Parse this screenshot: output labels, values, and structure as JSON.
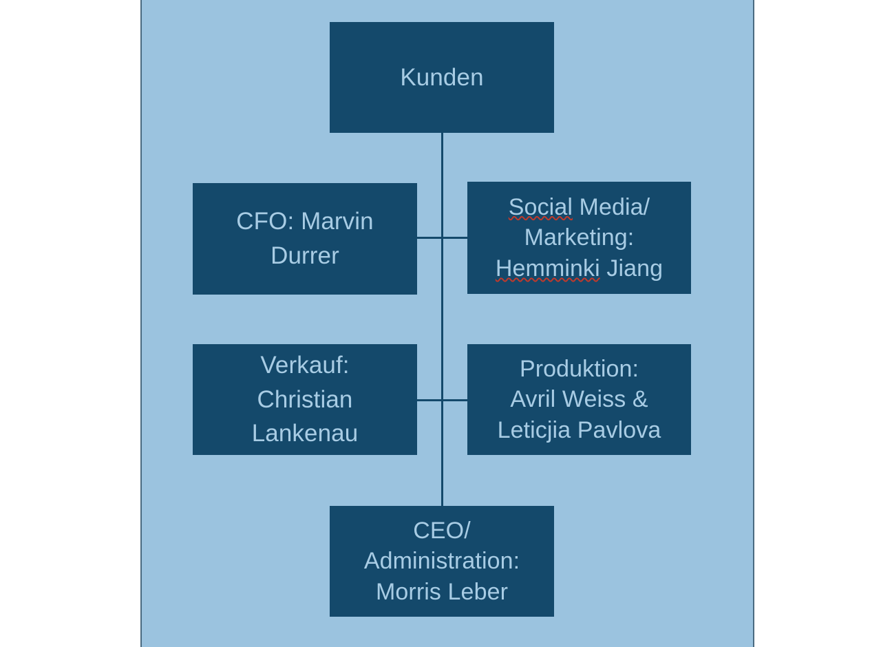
{
  "canvas": {
    "background_color": "#9BC3DF",
    "border_color": "#4a6a80",
    "page_background": "#ffffff"
  },
  "theme": {
    "box_fill": "#14496B",
    "box_text": "#A8CCE4",
    "connector": "#14496B",
    "spellcheck_underline": "#c0392b"
  },
  "chart_data": {
    "type": "diagram",
    "diagram_kind": "organizational-chart",
    "title": "",
    "orientation": "vertical-spine",
    "nodes": [
      {
        "id": "kunden",
        "label": "Kunden",
        "lines": [
          "Kunden"
        ],
        "row": 1,
        "column": "center"
      },
      {
        "id": "cfo",
        "label": "CFO: Marvin Durrer",
        "lines": [
          "CFO: Marvin",
          "Durrer"
        ],
        "role": "CFO",
        "person": "Marvin Durrer",
        "row": 2,
        "column": "left"
      },
      {
        "id": "social-media-marketing",
        "label": "Social Media/ Marketing: Hemminki Jiang",
        "lines": [
          "Social Media/",
          "Marketing:",
          "Hemminki Jiang"
        ],
        "role": "Social Media/ Marketing",
        "person": "Hemminki Jiang",
        "row": 2,
        "column": "right",
        "misspelled_words": [
          "Social",
          "Hemminki"
        ]
      },
      {
        "id": "verkauf",
        "label": "Verkauf: Christian Lankenau",
        "lines": [
          "Verkauf:",
          "Christian",
          "Lankenau"
        ],
        "role": "Verkauf",
        "person": "Christian Lankenau",
        "row": 3,
        "column": "left"
      },
      {
        "id": "produktion",
        "label": "Produktion: Avril Weiss & Leticjia Pavlova",
        "lines": [
          "Produktion:",
          "Avril Weiss &",
          "Leticjia Pavlova"
        ],
        "role": "Produktion",
        "person": "Avril Weiss & Leticjia Pavlova",
        "row": 3,
        "column": "right"
      },
      {
        "id": "ceo-administration",
        "label": "CEO/ Administration: Morris Leber",
        "lines": [
          "CEO/",
          "Administration:",
          "Morris Leber"
        ],
        "role": "CEO/ Administration",
        "person": "Morris Leber",
        "row": 4,
        "column": "center"
      }
    ],
    "edges": [
      {
        "from": "kunden",
        "to": "ceo-administration",
        "style": "vertical-spine"
      },
      {
        "from": "spine",
        "to": "cfo",
        "style": "horizontal-stub",
        "row": 2
      },
      {
        "from": "spine",
        "to": "social-media-marketing",
        "style": "horizontal-stub",
        "row": 2
      },
      {
        "from": "spine",
        "to": "verkauf",
        "style": "horizontal-stub",
        "row": 3
      },
      {
        "from": "spine",
        "to": "produktion",
        "style": "horizontal-stub",
        "row": 3
      }
    ]
  },
  "nodes": {
    "kunden": {
      "line1": "Kunden"
    },
    "cfo": {
      "line1": "CFO: Marvin",
      "line2": "Durrer"
    },
    "social": {
      "word_social": "Social",
      "rest1": " Media/",
      "line2": "Marketing:",
      "word_hemminki": "Hemminki",
      "rest3": " Jiang"
    },
    "verkauf": {
      "line1": "Verkauf:",
      "line2": "Christian",
      "line3": "Lankenau"
    },
    "produktion": {
      "line1": "Produktion:",
      "line2": "Avril Weiss &",
      "line3": "Leticjia Pavlova"
    },
    "ceo": {
      "line1": "CEO/",
      "line2": "Administration:",
      "line3": "Morris Leber"
    }
  }
}
